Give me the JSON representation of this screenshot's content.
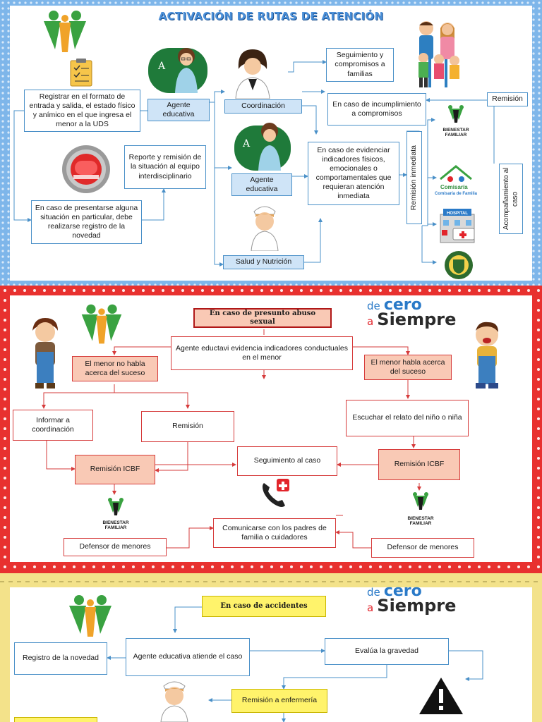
{
  "route1": {
    "title": "ACTIVACIÓN DE RUTAS DE ATENCIÓN",
    "registrar": "Registrar en el formato de entrada y salida, el estado físico y anímico en el que ingresa el menor a la UDS",
    "agente_educativa_1": "Agente educativa",
    "coordinacion": "Coordinación",
    "seguimiento": "Seguimiento y compromisos a familias",
    "incumplimiento": "En caso de incumplimiento a compromisos",
    "remision": "Remisión",
    "reporte": "Reporte y remisión de la situación al equipo interdisciplinario",
    "agente_educativa_2": "Agente educativa",
    "evidenciar": "En caso de evidenciar indicadores físicos, emocionales o comportamentales que requieran atención inmediata",
    "remision_inmediata": "Remisión inmediata",
    "acompanamiento": "Acompañamiento al caso",
    "presentarse": "En caso de presentarse alguna situación en particular, debe realizarse registro de la novedad",
    "salud": "Salud y Nutrición",
    "bienestar_label": "BIENESTAR FAMILIAR",
    "comisaria_label": "Comisaría de Familia",
    "hospital_label": "HOSPITAL"
  },
  "route2": {
    "title": "En caso de presunto abuso sexual",
    "agente_evidencia": "Agente eductavi evidencia indicadores conductuales en el menor",
    "no_habla": "El menor no habla acerca del suceso",
    "habla": "El menor habla acerca del suceso",
    "informar": "Informar a coordinación",
    "remision": "Remisión",
    "escuchar": "Escuchar el relato del niño o niña",
    "seguimiento": "Seguimiento al caso",
    "icbf_left": "Remisión ICBF",
    "icbf_right": "Remisión ICBF",
    "comunicarse": "Comunicarse con los padres de familia o cuidadores",
    "defensor_left": "Defensor de menores",
    "defensor_right": "Defensor de menores",
    "bienestar_label": "BIENESTAR FAMILIAR",
    "logo_de": "de",
    "logo_cero": "cero",
    "logo_a": "a",
    "logo_siempre": "Siempre"
  },
  "route3": {
    "title": "En caso de accidentes",
    "registro": "Registro de la novedad",
    "agente_atiende": "Agente educativa atiende el caso",
    "evalua": "Evalúa la gravedad",
    "enfermeria": "Remisión a enfermería",
    "logo_de": "de",
    "logo_cero": "cero",
    "logo_a": "a",
    "logo_siempre": "Siempre"
  },
  "colors": {
    "blue_frame": "#7eb6ea",
    "red_frame": "#e8312f",
    "yellow_frame": "#f3e28a",
    "blue_line": "#4a90c8",
    "red_line": "#d63b3b"
  },
  "icons": [
    "icbf-logo-icon",
    "checklist-icon",
    "teacher-icon",
    "coordinator-woman-icon",
    "family-icon",
    "siren-icon",
    "nurse-icon",
    "bienestar-familiar-icon",
    "comisaria-icon",
    "hospital-icon",
    "police-shield-icon",
    "boy-sad-icon",
    "boy-crying-icon",
    "phone-icon",
    "warning-icon"
  ]
}
